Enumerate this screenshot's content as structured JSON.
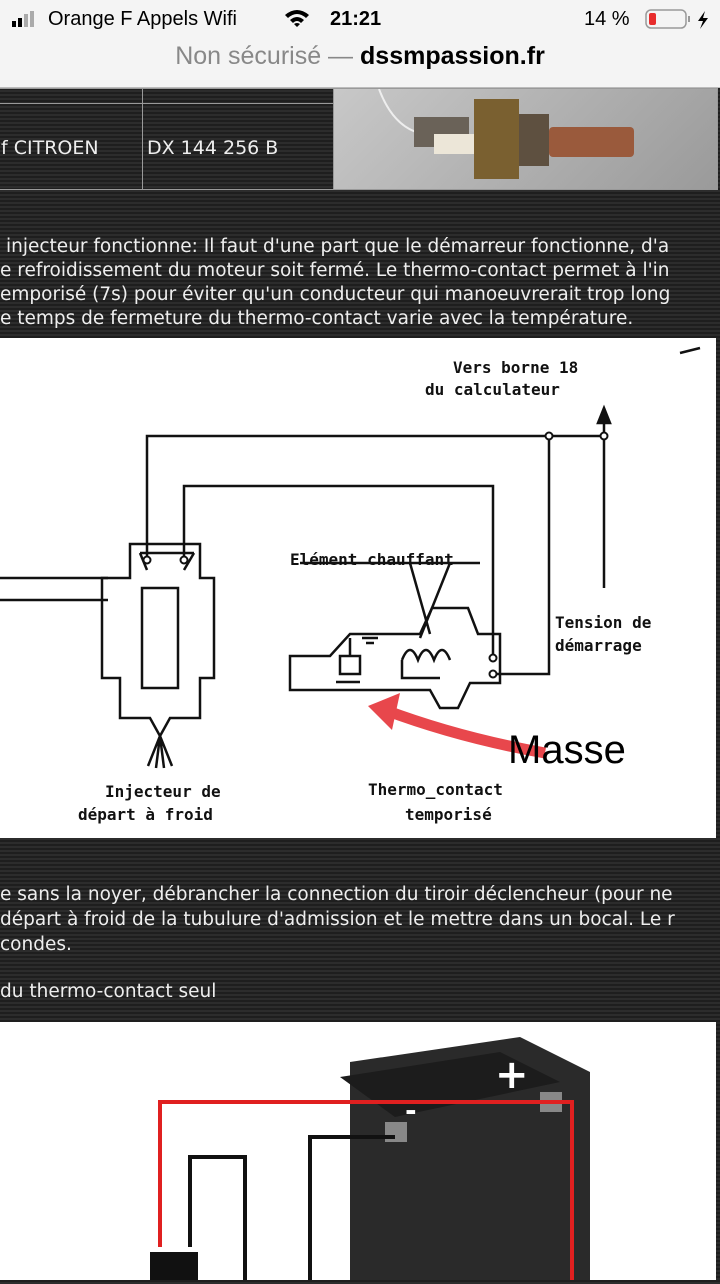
{
  "status": {
    "carrier": "Orange F Appels Wifi",
    "time": "21:21",
    "battery": "14 %"
  },
  "browser": {
    "security": "Non sécurisé —",
    "domain": "dssmpassion.fr"
  },
  "table": {
    "col1": "f CITROEN",
    "col2": "DX 144 256 B"
  },
  "paragraph1": [
    "injecteur fonctionne: Il faut d'une part que le démarreur fonctionne, d'a",
    "e refroidissement du moteur soit fermé. Le thermo-contact permet à l'in",
    "emporisé (7s) pour éviter qu'un conducteur qui manoeuvrerait trop long",
    "e temps de fermeture du thermo-contact varie avec la température."
  ],
  "diagram": {
    "vers_borne": "Vers borne 18",
    "calculateur": "du calculateur",
    "element": "Elément chauffant",
    "tension": "Tension de",
    "demarrage": "démarrage",
    "masse": "Masse",
    "injecteur1": "Injecteur de",
    "injecteur2": "départ à froid",
    "thermo1": "Thermo_contact",
    "thermo2": "temporisé"
  },
  "paragraph2": [
    "e sans la noyer, débrancher la connection du tiroir déclencheur (pour ne",
    "départ à froid de la tubulure d'admission et le mettre dans un bocal. Le r",
    "condes."
  ],
  "caption": "du thermo-contact seul",
  "battery_labels": {
    "plus": "+",
    "minus": "-"
  },
  "colors": {
    "arrow": "#e8474c",
    "wire_red": "#e02020"
  }
}
